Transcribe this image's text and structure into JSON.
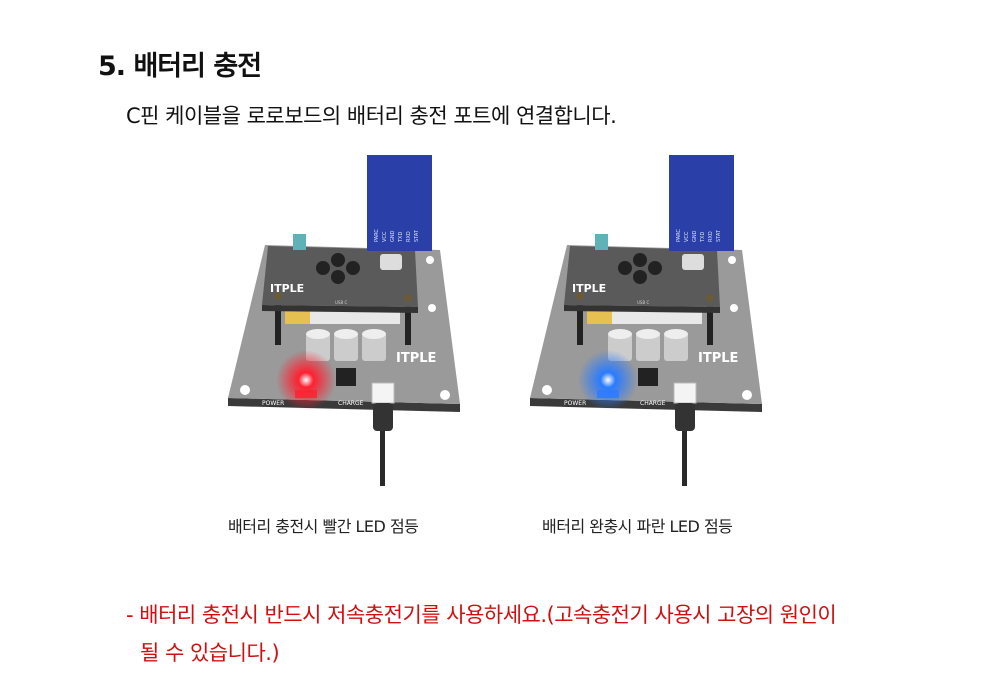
{
  "section": {
    "title": "5. 배터리 충전",
    "intro": "C핀 케이블을 로로보드의 배터리 충전 포트에 연결합니다."
  },
  "figures": [
    {
      "caption": "배터리 충전시 빨간 LED 점등",
      "led_color": "#ff2030",
      "board_logo": "ITPLE",
      "labels": {
        "power": "POWER",
        "charge": "CHARGE",
        "usb": "USB C"
      }
    },
    {
      "caption": "배터리 완충시 파란 LED 점등",
      "led_color": "#2a7bff",
      "board_logo": "ITPLE",
      "labels": {
        "power": "POWER",
        "charge": "CHARGE",
        "usb": "USB C"
      }
    }
  ],
  "module_pins": [
    "PARC",
    "VCC",
    "GND",
    "TXD",
    "RXD",
    "STAT"
  ],
  "warning": {
    "line1": "- 배터리 충전시 반드시 저속충전기를 사용하세요.(고속충전기 사용시 고장의 원인이",
    "line2": "될 수 있습니다.)",
    "color": "#d01010"
  }
}
